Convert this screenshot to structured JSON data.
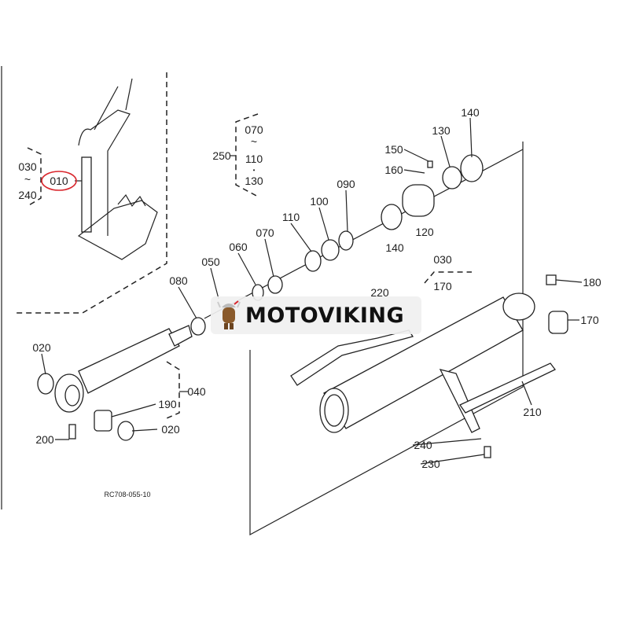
{
  "diagram": {
    "labels": {
      "l030a": "030",
      "tilde1": "~",
      "l240a": "240",
      "l010": "010",
      "l250": "250",
      "l070a": "070",
      "tilde2": "~",
      "l110a": "110",
      "dot": "•",
      "l130a": "130",
      "l140a": "140",
      "l130b": "130",
      "l150": "150",
      "l160": "160",
      "l090": "090",
      "l100": "100",
      "l110b": "110",
      "l070b": "070",
      "l060": "060",
      "l050": "050",
      "l080": "080",
      "l140b": "140",
      "l120": "120",
      "l030b": "030",
      "l170a": "170",
      "l180": "180",
      "l170b": "170",
      "l220": "220",
      "l020a": "020",
      "l040": "040",
      "l190": "190",
      "l020b": "020",
      "l200": "200",
      "l210": "210",
      "l240b": "240",
      "l230": "230"
    },
    "reference_code": "RC708-055-10",
    "highlight_color": "#d9262c"
  },
  "watermark": {
    "text": "MOTOVIKING"
  }
}
